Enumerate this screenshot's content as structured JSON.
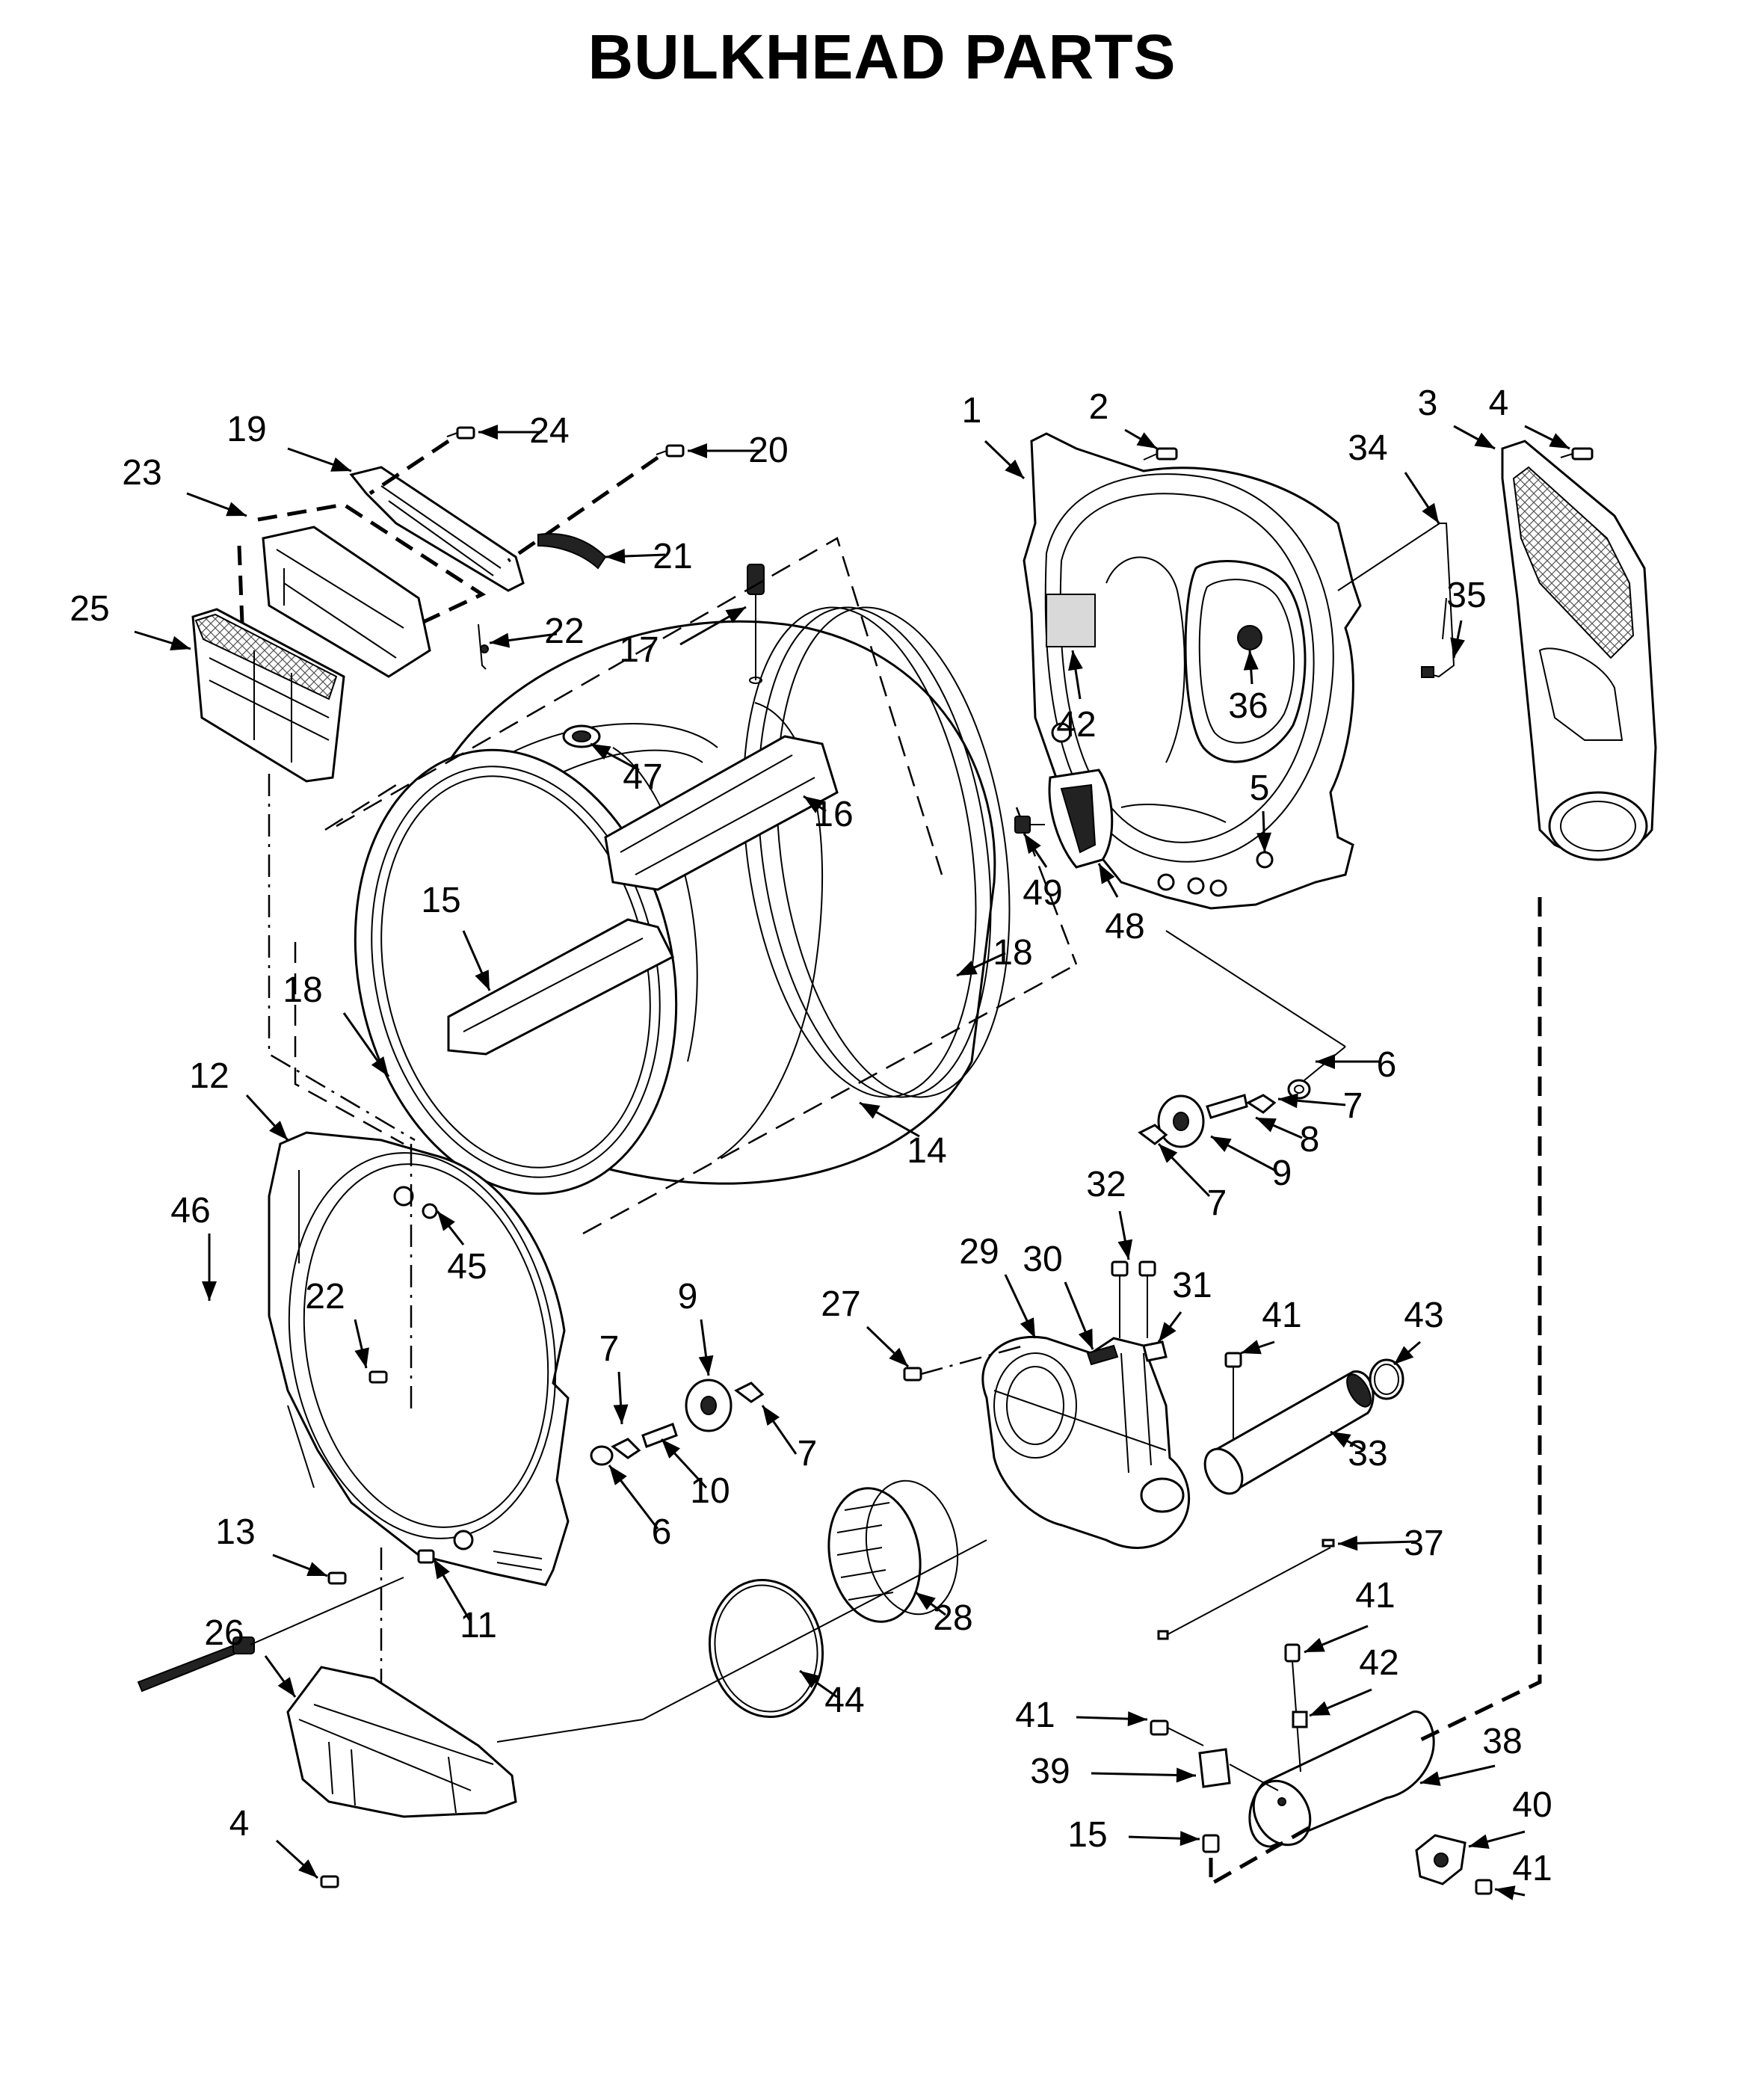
{
  "title": "BULKHEAD PARTS",
  "callouts": [
    {
      "id": "c1",
      "label": "1"
    },
    {
      "id": "c2",
      "label": "2"
    },
    {
      "id": "c3",
      "label": "3"
    },
    {
      "id": "c4a",
      "label": "4"
    },
    {
      "id": "c34",
      "label": "34"
    },
    {
      "id": "c35",
      "label": "35"
    },
    {
      "id": "c36",
      "label": "36"
    },
    {
      "id": "c42a",
      "label": "42"
    },
    {
      "id": "c5",
      "label": "5"
    },
    {
      "id": "c49",
      "label": "49"
    },
    {
      "id": "c48",
      "label": "48"
    },
    {
      "id": "c19",
      "label": "19"
    },
    {
      "id": "c24",
      "label": "24"
    },
    {
      "id": "c20",
      "label": "20"
    },
    {
      "id": "c23",
      "label": "23"
    },
    {
      "id": "c21",
      "label": "21"
    },
    {
      "id": "c25",
      "label": "25"
    },
    {
      "id": "c22a",
      "label": "22"
    },
    {
      "id": "c17",
      "label": "17"
    },
    {
      "id": "c47",
      "label": "47"
    },
    {
      "id": "c16",
      "label": "16"
    },
    {
      "id": "c15a",
      "label": "15"
    },
    {
      "id": "c18a",
      "label": "18"
    },
    {
      "id": "c18b",
      "label": "18"
    },
    {
      "id": "c14",
      "label": "14"
    },
    {
      "id": "c12",
      "label": "12"
    },
    {
      "id": "c46",
      "label": "46"
    },
    {
      "id": "c45",
      "label": "45"
    },
    {
      "id": "c22b",
      "label": "22"
    },
    {
      "id": "c6a",
      "label": "6"
    },
    {
      "id": "c7a",
      "label": "7"
    },
    {
      "id": "c8",
      "label": "8"
    },
    {
      "id": "c9a",
      "label": "9"
    },
    {
      "id": "c7b",
      "label": "7"
    },
    {
      "id": "c32",
      "label": "32"
    },
    {
      "id": "c29",
      "label": "29"
    },
    {
      "id": "c30",
      "label": "30"
    },
    {
      "id": "c31",
      "label": "31"
    },
    {
      "id": "c41a",
      "label": "41"
    },
    {
      "id": "c43",
      "label": "43"
    },
    {
      "id": "c27",
      "label": "27"
    },
    {
      "id": "c9b",
      "label": "9"
    },
    {
      "id": "c7c",
      "label": "7"
    },
    {
      "id": "c7d",
      "label": "7"
    },
    {
      "id": "c10",
      "label": "10"
    },
    {
      "id": "c6b",
      "label": "6"
    },
    {
      "id": "c33",
      "label": "33"
    },
    {
      "id": "c13",
      "label": "13"
    },
    {
      "id": "c11",
      "label": "11"
    },
    {
      "id": "c37",
      "label": "37"
    },
    {
      "id": "c28",
      "label": "28"
    },
    {
      "id": "c26",
      "label": "26"
    },
    {
      "id": "c44",
      "label": "44"
    },
    {
      "id": "c41b",
      "label": "41"
    },
    {
      "id": "c42b",
      "label": "42"
    },
    {
      "id": "c41c",
      "label": "41"
    },
    {
      "id": "c38",
      "label": "38"
    },
    {
      "id": "c39",
      "label": "39"
    },
    {
      "id": "c40",
      "label": "40"
    },
    {
      "id": "c15b",
      "label": "15"
    },
    {
      "id": "c41d",
      "label": "41"
    },
    {
      "id": "c4b",
      "label": "4"
    }
  ]
}
